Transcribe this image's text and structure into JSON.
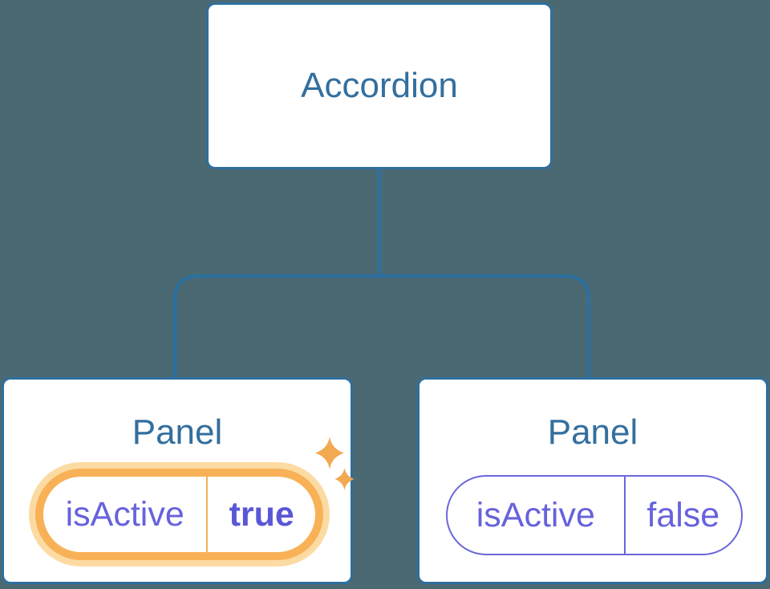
{
  "diagram": {
    "description": "Component tree diagram showing state ownership",
    "tree": {
      "root": {
        "label": "Accordion"
      },
      "children": [
        {
          "label": "Panel",
          "state": {
            "key": "isActive",
            "value": "true"
          },
          "highlighted": true
        },
        {
          "label": "Panel",
          "state": {
            "key": "isActive",
            "value": "false"
          },
          "highlighted": false
        }
      ]
    },
    "icons": [
      {
        "name": "sparkle-icon",
        "meaning": "state just set / highlighted",
        "color": "#f2a952"
      }
    ],
    "colors": {
      "background": "#4b6973",
      "node_fill": "#ffffff",
      "node_border": "#2f6f9e",
      "node_text": "#336f9e",
      "connector_line": "#2d709f",
      "state_text": "#6762dc",
      "state_value_active_text": "#5a57d6",
      "active_pill_ring": "#f8b156",
      "active_pill_glow": "#fcdba3",
      "active_pill_divider": "#f3ae5c",
      "inactive_pill_border": "#6a66dc",
      "sparkle": "#f2a952"
    }
  }
}
